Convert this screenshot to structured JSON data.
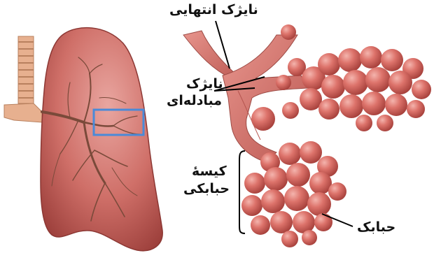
{
  "labels": {
    "terminal_bronchiole": "نایژک انتهایی",
    "respiratory_bronchiole_line1": "نایژک",
    "respiratory_bronchiole_line2": "مبادله‌ای",
    "alveolar_sac_line1": "کیسهٔ",
    "alveolar_sac_line2": "حبابکی",
    "alveolus": "حبابک"
  },
  "colors": {
    "lung_tissue": "#c9605a",
    "lung_highlight": "#e8a09a",
    "bronchiole": "#c9706a",
    "alveolus": "#d96a64",
    "trachea": "#e0a080",
    "zoom_box": "#4a8ad8",
    "leader_line": "#000000"
  }
}
